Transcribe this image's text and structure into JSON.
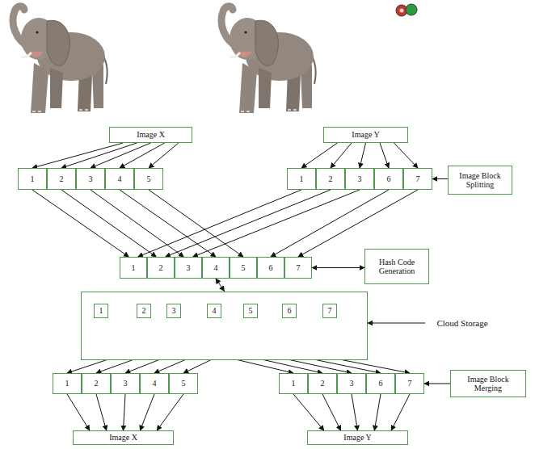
{
  "diagram": {
    "nodes": [
      {
        "text": [
          "Image X"
        ]
      },
      {
        "text": [
          "Image Y"
        ]
      },
      {
        "text": [
          "1"
        ]
      },
      {
        "text": [
          "2"
        ]
      },
      {
        "text": [
          "3"
        ]
      },
      {
        "text": [
          "4"
        ]
      },
      {
        "text": [
          "5"
        ]
      },
      {
        "text": [
          "1"
        ]
      },
      {
        "text": [
          "2"
        ]
      },
      {
        "text": [
          "3"
        ]
      },
      {
        "text": [
          "6"
        ]
      },
      {
        "text": [
          "7"
        ]
      },
      {
        "text": [
          "Image Block Splitting"
        ]
      },
      {
        "text": [
          "1"
        ]
      },
      {
        "text": [
          "2"
        ]
      },
      {
        "text": [
          "3"
        ]
      },
      {
        "text": [
          "4"
        ]
      },
      {
        "text": [
          "5"
        ]
      },
      {
        "text": [
          "6"
        ]
      },
      {
        "text": [
          "7"
        ]
      },
      {
        "text": [
          "Hash Code Generation"
        ]
      },
      {
        "text": []
      },
      {
        "text": [
          "1"
        ],
        "in": 21
      },
      {
        "text": [
          "2"
        ],
        "in": 21
      },
      {
        "text": [
          "3"
        ],
        "in": 21
      },
      {
        "text": [
          "4"
        ],
        "in": 21
      },
      {
        "text": [
          "5"
        ],
        "in": 21
      },
      {
        "text": [
          "6"
        ],
        "in": 21
      },
      {
        "text": [
          "7"
        ],
        "in": 21
      },
      {
        "text": [
          "Cloud Storage"
        ]
      },
      {
        "text": [
          "1"
        ]
      },
      {
        "text": [
          "2"
        ]
      },
      {
        "text": [
          "3"
        ]
      },
      {
        "text": [
          "4"
        ]
      },
      {
        "text": [
          "5"
        ]
      },
      {
        "text": [
          "1"
        ]
      },
      {
        "text": [
          "2"
        ]
      },
      {
        "text": [
          "3"
        ]
      },
      {
        "text": [
          "6"
        ]
      },
      {
        "text": [
          "7"
        ]
      },
      {
        "text": [
          "Image Block Merging"
        ]
      },
      {
        "text": [
          "Image X"
        ]
      },
      {
        "text": [
          "Image Y"
        ]
      }
    ],
    "edges": [
      {
        "from": 0,
        "to": 2,
        "arrow": "to"
      },
      {
        "from": 0,
        "to": 3,
        "arrow": "to"
      },
      {
        "from": 0,
        "to": 4,
        "arrow": "to"
      },
      {
        "from": 0,
        "to": 5,
        "arrow": "to"
      },
      {
        "from": 0,
        "to": 6,
        "arrow": "to"
      },
      {
        "from": 1,
        "to": 7,
        "arrow": "to"
      },
      {
        "from": 1,
        "to": 8,
        "arrow": "to"
      },
      {
        "from": 1,
        "to": 9,
        "arrow": "to"
      },
      {
        "from": 1,
        "to": 10,
        "arrow": "to"
      },
      {
        "from": 1,
        "to": 11,
        "arrow": "to"
      },
      {
        "from": 12,
        "to": 11,
        "arrow": "to"
      },
      {
        "from": 2,
        "to": 13,
        "arrow": "to"
      },
      {
        "from": 3,
        "to": 14,
        "arrow": "to"
      },
      {
        "from": 4,
        "to": 15,
        "arrow": "to"
      },
      {
        "from": 5,
        "to": 16,
        "arrow": "to"
      },
      {
        "from": 6,
        "to": 17,
        "arrow": "to"
      },
      {
        "from": 7,
        "to": 13,
        "arrow": "to"
      },
      {
        "from": 8,
        "to": 14,
        "arrow": "to"
      },
      {
        "from": 9,
        "to": 15,
        "arrow": "to"
      },
      {
        "from": 10,
        "to": 18,
        "arrow": "to"
      },
      {
        "from": 11,
        "to": 19,
        "arrow": "to"
      },
      {
        "from": 19,
        "to": 20,
        "arrow": "both"
      },
      {
        "from": 16,
        "to": 21,
        "arrow": "both"
      },
      {
        "from": 29,
        "to": 21,
        "arrow": "to"
      },
      {
        "from": 21,
        "to": 30,
        "arrow": "to"
      },
      {
        "from": 21,
        "to": 31,
        "arrow": "to"
      },
      {
        "from": 21,
        "to": 32,
        "arrow": "to"
      },
      {
        "from": 21,
        "to": 33,
        "arrow": "to"
      },
      {
        "from": 21,
        "to": 34,
        "arrow": "to"
      },
      {
        "from": 21,
        "to": 35,
        "arrow": "to"
      },
      {
        "from": 21,
        "to": 36,
        "arrow": "to"
      },
      {
        "from": 21,
        "to": 37,
        "arrow": "to"
      },
      {
        "from": 21,
        "to": 38,
        "arrow": "to"
      },
      {
        "from": 21,
        "to": 39,
        "arrow": "to"
      },
      {
        "from": 40,
        "to": 39,
        "arrow": "to"
      },
      {
        "from": 30,
        "to": 41,
        "arrow": "to"
      },
      {
        "from": 31,
        "to": 41,
        "arrow": "to"
      },
      {
        "from": 32,
        "to": 41,
        "arrow": "to"
      },
      {
        "from": 33,
        "to": 41,
        "arrow": "to"
      },
      {
        "from": 34,
        "to": 41,
        "arrow": "to"
      },
      {
        "from": 35,
        "to": 42,
        "arrow": "to"
      },
      {
        "from": 36,
        "to": 42,
        "arrow": "to"
      },
      {
        "from": 37,
        "to": 42,
        "arrow": "to"
      },
      {
        "from": 38,
        "to": 42,
        "arrow": "to"
      },
      {
        "from": 39,
        "to": 42,
        "arrow": "to"
      }
    ]
  }
}
